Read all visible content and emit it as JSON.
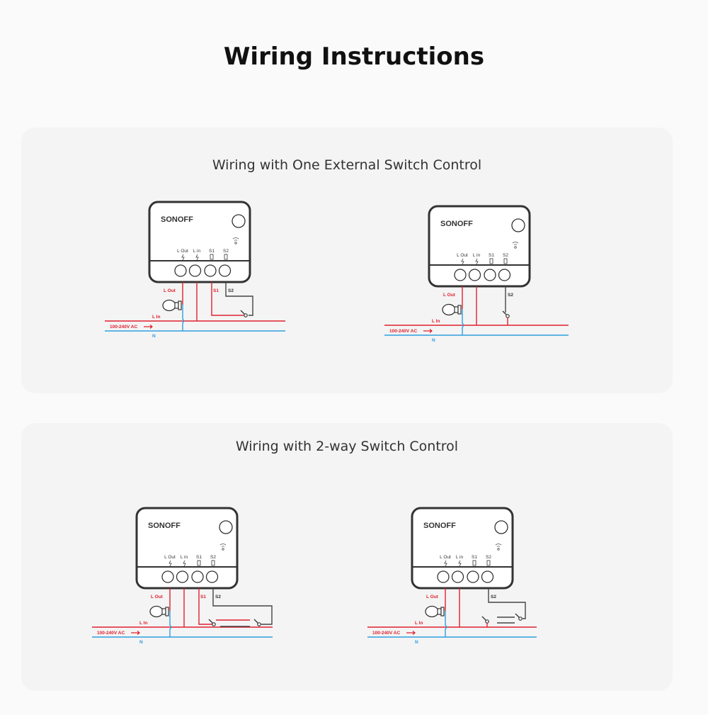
{
  "page": {
    "title": "Wiring Instructions"
  },
  "sections": [
    {
      "title": "Wiring with One External Switch Control",
      "diagrams": [
        "one-switch-s1-s2",
        "one-switch-s2-only"
      ]
    },
    {
      "title": "Wiring with 2-way Switch Control",
      "diagrams": [
        "two-way-s1-s2",
        "two-way-s2-only"
      ]
    }
  ],
  "device": {
    "brand": "SONOFF",
    "terminals": [
      "L Out",
      "L in",
      "S1",
      "S2"
    ]
  },
  "wiring_labels": {
    "l_out": "L Out",
    "l_in": "L In",
    "n": "N",
    "s1": "S1",
    "s2": "S2",
    "voltage": "100-240V AC"
  },
  "colors": {
    "live": "#e0202e",
    "neutral": "#2f9fe0",
    "switch_wire": "#444444",
    "device_outline": "#333333"
  }
}
